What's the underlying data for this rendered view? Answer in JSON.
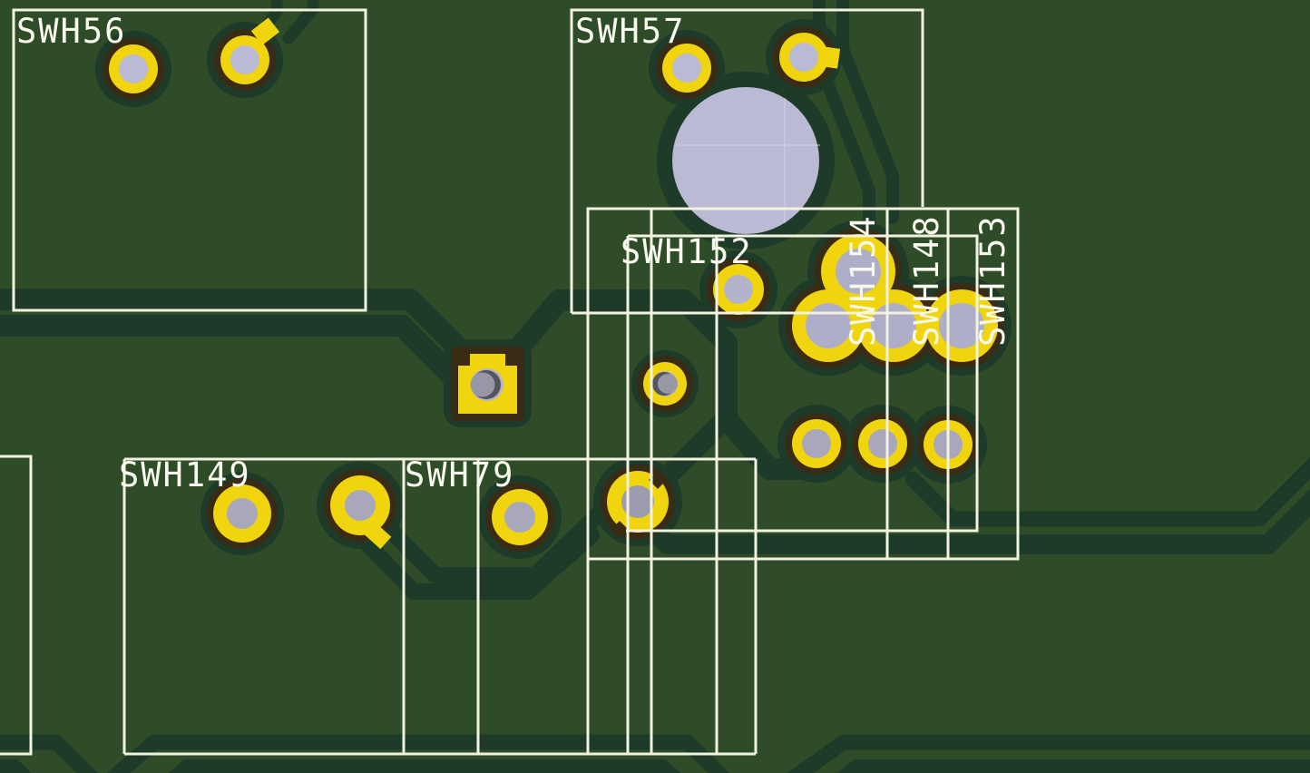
{
  "app": {
    "name": "pcb-layout-viewer",
    "view": "board-copper-and-silkscreen"
  },
  "board": {
    "colors": {
      "copper_pour": "#2F4C28",
      "clearance_channel": "#1E3A29",
      "solder_mask_ring": "#3A2B15",
      "pad_gold": "#EFD40E",
      "drill_lavender": "#BBBAD4",
      "drill_gray": "#9897A6",
      "silkscreen": "#F2F2E0"
    },
    "components": [
      {
        "ref": "SWH56",
        "label_orientation": "horizontal"
      },
      {
        "ref": "SWH57",
        "label_orientation": "horizontal"
      },
      {
        "ref": "SWH152",
        "label_orientation": "horizontal"
      },
      {
        "ref": "SWH149",
        "label_orientation": "horizontal"
      },
      {
        "ref": "SWH79",
        "label_orientation": "horizontal"
      },
      {
        "ref": "SWH154",
        "label_orientation": "vertical"
      },
      {
        "ref": "SWH148",
        "label_orientation": "vertical"
      },
      {
        "ref": "SWH153",
        "label_orientation": "vertical"
      }
    ]
  }
}
